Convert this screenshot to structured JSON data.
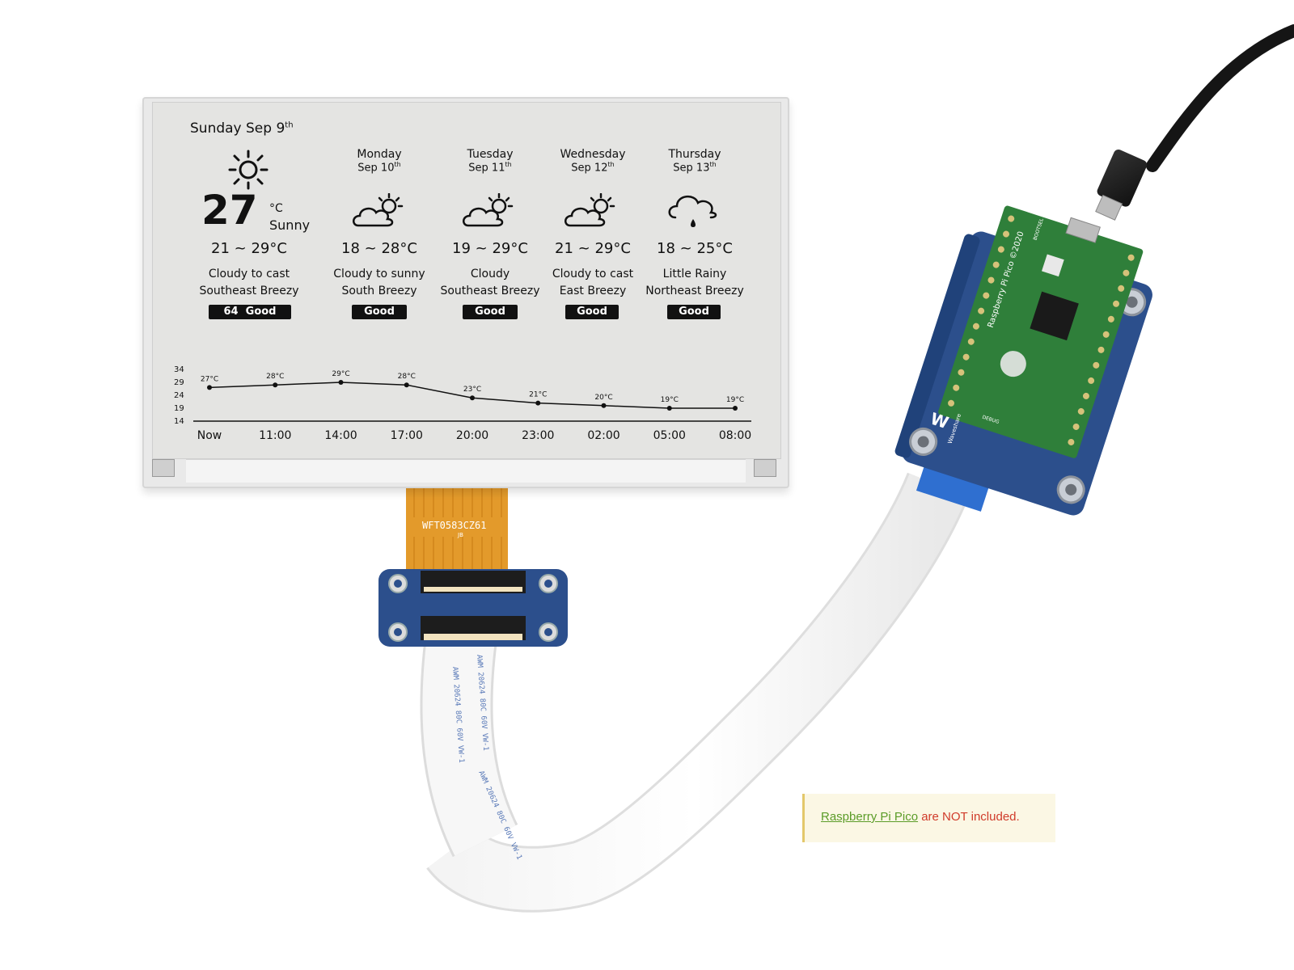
{
  "epaper": {
    "date": "Sunday Sep 9",
    "date_suffix": "th",
    "today": {
      "temp": "27",
      "unit": "°C",
      "condition": "Sunny",
      "range": "21 ~ 29°C",
      "desc1": "Cloudy to cast",
      "desc2": "Southeast Breezy",
      "badge": "64  Good",
      "icon": "sun-icon"
    },
    "forecast": [
      {
        "day": "Monday",
        "date": "Sep 10",
        "suffix": "th",
        "range": "18 ~ 28°C",
        "desc1": "Cloudy to sunny",
        "desc2": "South Breezy",
        "badge": "Good",
        "icon": "partly-cloudy-icon"
      },
      {
        "day": "Tuesday",
        "date": "Sep 11",
        "suffix": "th",
        "range": "19 ~ 29°C",
        "desc1": "Cloudy",
        "desc2": "Southeast Breezy",
        "badge": "Good",
        "icon": "partly-cloudy-icon"
      },
      {
        "day": "Wednesday",
        "date": "Sep 12",
        "suffix": "th",
        "range": "21 ~ 29°C",
        "desc1": "Cloudy to cast",
        "desc2": "East Breezy",
        "badge": "Good",
        "icon": "partly-cloudy-icon"
      },
      {
        "day": "Thursday",
        "date": "Sep 13",
        "suffix": "th",
        "range": "18 ~ 25°C",
        "desc1": "Little Rainy",
        "desc2": "Northeast Breezy",
        "badge": "Good",
        "icon": "rain-cloud-icon"
      }
    ]
  },
  "chart_data": {
    "type": "line",
    "categories": [
      "Now",
      "11:00",
      "14:00",
      "17:00",
      "20:00",
      "23:00",
      "02:00",
      "05:00",
      "08:00"
    ],
    "values": [
      27,
      28,
      29,
      28,
      23,
      21,
      20,
      19,
      19
    ],
    "point_labels": [
      "27°C",
      "28°C",
      "29°C",
      "28°C",
      "23°C",
      "21°C",
      "20°C",
      "19°C",
      "19°C"
    ],
    "yticks": [
      "34",
      "29",
      "24",
      "19",
      "14"
    ],
    "ylim": [
      14,
      34
    ],
    "grid": false
  },
  "hardware": {
    "fpc_label": "WFT0583CZ61",
    "fpc_sub": "JB",
    "pico_label": "Raspberry Pi Pico ©2020",
    "bootsel": "BOOTSEL",
    "debug": "DEBUG",
    "brand": "Waveshare",
    "cable_text": "AWM 20624 80C 60V VW-1"
  },
  "note": {
    "link": "Raspberry Pi Pico",
    "rest": " are NOT included."
  },
  "colors": {
    "pcb_blue": "#2c4f8c",
    "pico_green": "#2f7f3a",
    "fpc_orange": "#e39a2b",
    "note_bg": "#fbf7e4",
    "note_link": "#5b9c28",
    "note_red": "#d03b2a"
  }
}
